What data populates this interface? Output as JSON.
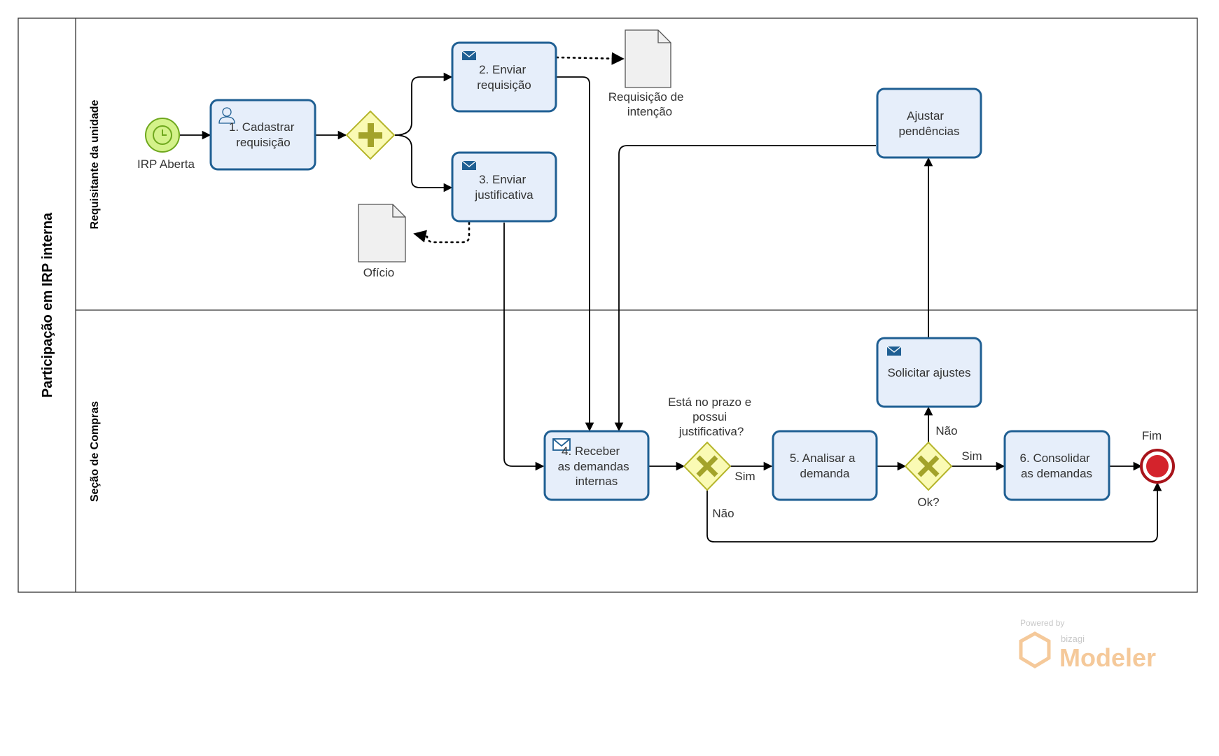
{
  "pool": {
    "name": "Participação em IRP interna"
  },
  "lanes": [
    {
      "id": "lane-requisitante",
      "name": "Requisitante da unidade"
    },
    {
      "id": "lane-compras",
      "name": "Seção de Compras"
    }
  ],
  "events": {
    "start": {
      "label": "IRP Aberta",
      "icon": "clock-icon"
    },
    "end": {
      "label": "Fim"
    }
  },
  "tasks": {
    "t1": {
      "lines": [
        "1. Cadastrar",
        "requisição"
      ],
      "icon": "user-icon"
    },
    "t2": {
      "lines": [
        "2. Enviar",
        "requisição"
      ],
      "icon": "envelope-icon"
    },
    "t3": {
      "lines": [
        "3. Enviar",
        "justificativa"
      ],
      "icon": "envelope-icon"
    },
    "t4": {
      "lines": [
        "4. Receber",
        "as demandas",
        "internas"
      ],
      "icon": "envelope-outline-icon"
    },
    "t5": {
      "lines": [
        "5. Analisar a",
        "demanda"
      ]
    },
    "t6": {
      "lines": [
        "6. Consolidar",
        "as demandas"
      ]
    },
    "ta": {
      "lines": [
        "Ajustar",
        "pendências"
      ]
    },
    "ts": {
      "lines": [
        "Solicitar ajustes"
      ],
      "icon": "envelope-icon"
    }
  },
  "gateways": {
    "g1": {
      "question": [
        "Está no prazo e",
        "possui",
        "justificativa?"
      ],
      "yes": "Sim",
      "no": "Não"
    },
    "g2": {
      "question": [
        "Ok?"
      ],
      "yes": "Sim",
      "no": "Não"
    }
  },
  "artifacts": {
    "a1": {
      "lines": [
        "Requisição de",
        "intenção"
      ]
    },
    "a2": {
      "lines": [
        "Ofício"
      ]
    }
  },
  "watermark": {
    "powered": "Powered by",
    "brand": "bizagi",
    "product": "Modeler"
  },
  "colors": {
    "task_fill": "#e6eefa",
    "task_stroke": "#1f5f93",
    "gateway_fill": "#fafab4",
    "gateway_stroke": "#b5b52a",
    "gateway_mark": "#a3a32a",
    "start_fill": "#d4f28a",
    "start_stroke": "#6fa81e",
    "end_fill": "#d4232c",
    "end_stroke": "#a8141b",
    "doc_fill": "#f0f0f0"
  }
}
